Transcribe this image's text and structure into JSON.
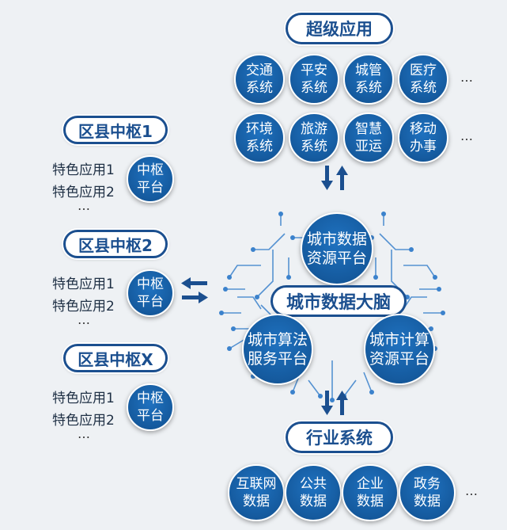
{
  "top": {
    "title": "超级应用",
    "row1": [
      [
        "交通",
        "系统"
      ],
      [
        "平安",
        "系统"
      ],
      [
        "城管",
        "系统"
      ],
      [
        "医疗",
        "系统"
      ]
    ],
    "row2": [
      [
        "环境",
        "系统"
      ],
      [
        "旅游",
        "系统"
      ],
      [
        "智慧",
        "亚运"
      ],
      [
        "移动",
        "办事"
      ]
    ],
    "ellipsis": "…"
  },
  "left": {
    "groups": [
      {
        "title": "区县中枢1",
        "items": [
          "特色应用1",
          "特色应用2"
        ],
        "more": "…",
        "hub": [
          "中枢",
          "平台"
        ]
      },
      {
        "title": "区县中枢2",
        "items": [
          "特色应用1",
          "特色应用2"
        ],
        "more": "…",
        "hub": [
          "中枢",
          "平台"
        ]
      },
      {
        "title": "区县中枢X",
        "items": [
          "特色应用1",
          "特色应用2"
        ],
        "more": "…",
        "hub": [
          "中枢",
          "平台"
        ]
      }
    ]
  },
  "brain": {
    "title": "城市数据大脑",
    "data_platform": [
      "城市数据",
      "资源平台"
    ],
    "algo_platform": [
      "城市算法",
      "服务平台"
    ],
    "compute_platform": [
      "城市计算",
      "资源平台"
    ]
  },
  "bottom": {
    "title": "行业系统",
    "items": [
      [
        "互联网",
        "数据"
      ],
      [
        "公共",
        "数据"
      ],
      [
        "企业",
        "数据"
      ],
      [
        "政务",
        "数据"
      ]
    ],
    "ellipsis": "…"
  },
  "colors": {
    "primary": "#155a9e",
    "border": "#1b4f8f",
    "background": "#eef1f4",
    "circuit": "#2a74c2"
  }
}
